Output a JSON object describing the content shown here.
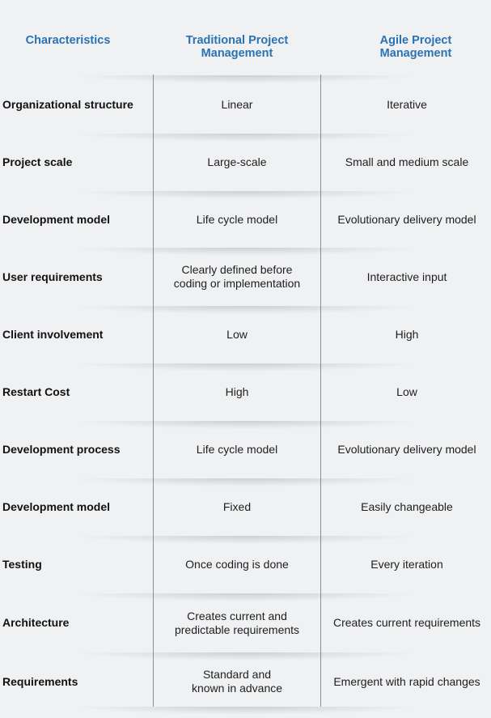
{
  "headers": {
    "characteristics": "Characteristics",
    "traditional": "Traditional Project\nManagement",
    "agile": "Agile Project\nManagement"
  },
  "rows": [
    {
      "label": "Organizational structure",
      "traditional": "Linear",
      "agile": "Iterative"
    },
    {
      "label": "Project scale",
      "traditional": "Large-scale",
      "agile": "Small and medium scale"
    },
    {
      "label": "Development model",
      "traditional": "Life cycle model",
      "agile": "Evolutionary delivery model"
    },
    {
      "label": "User requirements",
      "traditional": "Clearly defined before\ncoding or implementation",
      "agile": "Interactive input"
    },
    {
      "label": "Client involvement",
      "traditional": "Low",
      "agile": "High"
    },
    {
      "label": "Restart Cost",
      "traditional": "High",
      "agile": "Low"
    },
    {
      "label": "Development process",
      "traditional": "Life cycle model",
      "agile": "Evolutionary delivery model"
    },
    {
      "label": "Development model",
      "traditional": "Fixed",
      "agile": "Easily changeable"
    },
    {
      "label": "Testing",
      "traditional": "Once coding is done",
      "agile": "Every iteration"
    },
    {
      "label": "Architecture",
      "traditional": "Creates current and\npredictable requirements",
      "agile": "Creates current requirements"
    },
    {
      "label": "Requirements",
      "traditional": "Standard and\nknown in advance",
      "agile": "Emergent with rapid changes"
    }
  ],
  "colors": {
    "header_text": "#2b72b2",
    "background": "#f0f1f3",
    "divider": "#8e8e8e"
  }
}
